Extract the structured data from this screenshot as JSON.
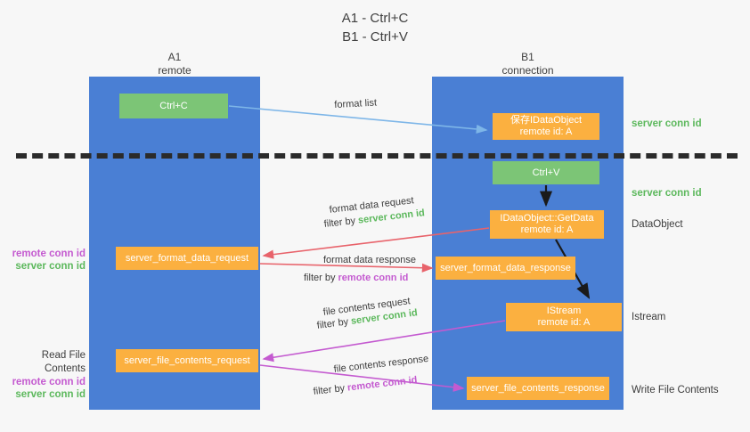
{
  "title": {
    "line1": "A1 - Ctrl+C",
    "line2": "B1 - Ctrl+V"
  },
  "colors": {
    "background": "#f7f7f7",
    "lane": "#4a7fd4",
    "node_green": "#7cc576",
    "node_orange": "#fbb040",
    "server_conn_id": "#5cb85c",
    "remote_conn_id": "#c45ad0",
    "arrow_format_list": "#7eb6e8",
    "arrow_format_data": "#e8636b",
    "arrow_file_contents": "#c45ad0",
    "arrow_internal": "#1a1a1a",
    "separator": "#2b2b2b"
  },
  "lanes": [
    {
      "name": "A1",
      "sub": "remote"
    },
    {
      "name": "B1",
      "sub": "connection"
    }
  ],
  "nodes": {
    "ctrl_c": {
      "label": "Ctrl+C",
      "kind": "green"
    },
    "save_dataobject": {
      "label": "保存IDataObject",
      "sub": "remote id: A",
      "kind": "orange"
    },
    "ctrl_v": {
      "label": "Ctrl+V",
      "kind": "green"
    },
    "getdata": {
      "label": "IDataObject::GetData",
      "sub": "remote id: A",
      "kind": "orange"
    },
    "server_format_data_request": {
      "label": "server_format_data_request",
      "kind": "orange"
    },
    "server_format_data_response": {
      "label": "server_format_data_response",
      "kind": "orange"
    },
    "istream": {
      "label": "IStream",
      "sub": "remote id: A",
      "kind": "orange"
    },
    "server_file_contents_request": {
      "label": "server_file_contents_request",
      "kind": "orange"
    },
    "server_file_contents_response": {
      "label": "server_file_contents_response",
      "kind": "orange"
    }
  },
  "side_labels": {
    "server_conn_id_top": "server conn id",
    "server_conn_id_mid": "server conn id",
    "dataobject": "DataObject",
    "istream": "Istream",
    "write_file_contents": "Write File Contents"
  },
  "left_labels": {
    "read_file_contents": "Read File Contents",
    "remote_conn_id": "remote conn id",
    "server_conn_id": "server conn id"
  },
  "edges": [
    {
      "id": "format_list",
      "text": "format list"
    },
    {
      "id": "format_data_request",
      "text": "format data request",
      "filter_prefix": "filter by ",
      "filter_value": "server conn id",
      "filter_kind": "server"
    },
    {
      "id": "format_data_response",
      "text": "format data response",
      "filter_prefix": "filter by ",
      "filter_value": "remote conn id",
      "filter_kind": "remote"
    },
    {
      "id": "file_contents_request",
      "text": "file contents request",
      "filter_prefix": "filter by ",
      "filter_value": "server conn id",
      "filter_kind": "server"
    },
    {
      "id": "file_contents_response",
      "text": "file contents response",
      "filter_prefix": "filter by ",
      "filter_value": "remote conn id",
      "filter_kind": "remote"
    }
  ]
}
